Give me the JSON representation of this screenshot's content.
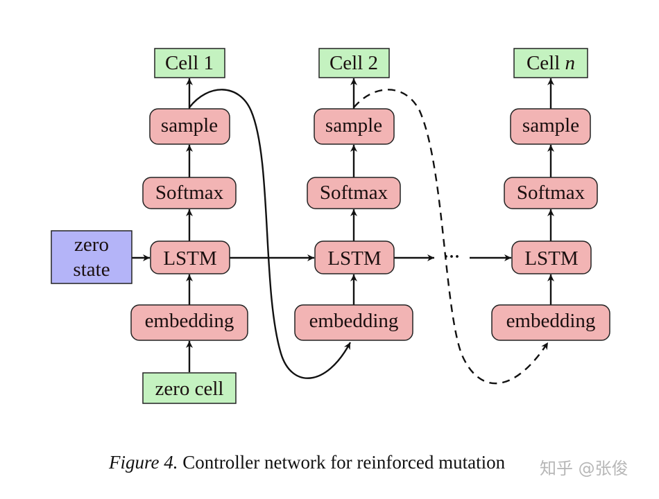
{
  "figure": {
    "caption_label": "Figure 4.",
    "caption_text": " Controller network for reinforced mutation",
    "watermark": "知乎 @张俊"
  },
  "colors": {
    "cell_fill": "#c4f2c0",
    "op_fill": "#f2b4b4",
    "state_fill": "#b4b4f8",
    "stroke": "#111111"
  },
  "columns": [
    {
      "cell": "Cell 1",
      "sample": "sample",
      "softmax": "Softmax",
      "lstm": "LSTM",
      "embedding": "embedding"
    },
    {
      "cell": "Cell 2",
      "sample": "sample",
      "softmax": "Softmax",
      "lstm": "LSTM",
      "embedding": "embedding"
    },
    {
      "cell_prefix": "Cell ",
      "cell_var": "n",
      "sample": "sample",
      "softmax": "Softmax",
      "lstm": "LSTM",
      "embedding": "embedding"
    }
  ],
  "inputs": {
    "zero_state_line1": "zero",
    "zero_state_line2": "state",
    "zero_cell": "zero cell"
  },
  "ellipsis": "···"
}
